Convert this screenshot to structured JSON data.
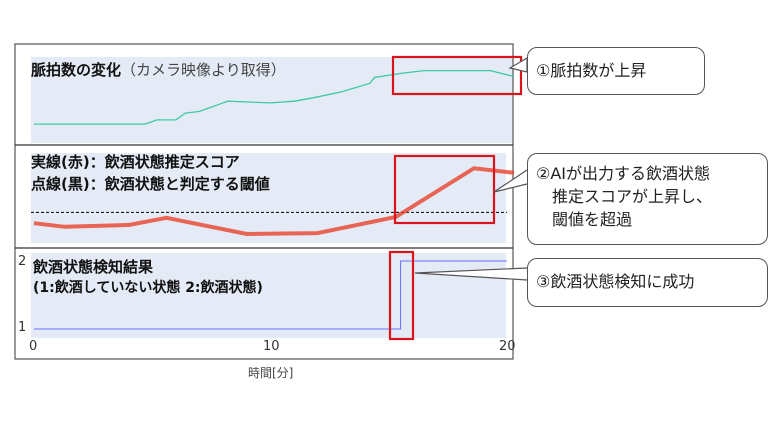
{
  "panels": {
    "pulse": {
      "title": "脈拍数の変化",
      "subtitle": "（カメラ映像より取得）"
    },
    "score": {
      "line1": "実線(赤)：飲酒状態推定スコア",
      "line2": "点線(黒)：飲酒状態と判定する閾値"
    },
    "detect": {
      "line1": "飲酒状態検知結果",
      "line2": "(1:飲酒していない状態  2:飲酒状態)"
    }
  },
  "chart_data": {
    "type": "line",
    "xlabel": "時間[分]",
    "xlim": [
      0,
      20
    ],
    "xticks": [
      "0",
      "10",
      "20"
    ],
    "series": [
      {
        "name": "pulse",
        "color": "#3cc9a6",
        "x": [
          0,
          4.7,
          5.2,
          6.0,
          6.4,
          7.0,
          8.2,
          10,
          11,
          11.8,
          13.0,
          14.2,
          14.4,
          15.6,
          16.5,
          19.3,
          20.3
        ],
        "y": [
          21,
          21,
          26,
          26,
          34,
          36,
          48,
          46,
          48,
          52,
          59,
          69,
          76,
          81,
          84,
          84,
          77
        ]
      },
      {
        "name": "score",
        "color": "#e8432e",
        "x": [
          0,
          1.3,
          4,
          5.6,
          9,
          12,
          15.3,
          18.6,
          20.3
        ],
        "y": [
          0.22,
          0.18,
          0.2,
          0.28,
          0.1,
          0.11,
          0.29,
          0.83,
          0.78
        ]
      },
      {
        "name": "threshold",
        "color": "#000000",
        "value": 0.34
      },
      {
        "name": "detection",
        "color": "#6b72ff",
        "x": [
          0,
          15.5,
          15.5,
          20
        ],
        "y": [
          1,
          1,
          2,
          2
        ],
        "yticks": [
          "1",
          "2"
        ]
      }
    ]
  },
  "callouts": [
    {
      "text": "①脈拍数が上昇"
    },
    {
      "lines": [
        "②AIが出力する飲酒状態",
        "　推定スコアが上昇し、",
        "　閾値を超過"
      ]
    },
    {
      "text": "③飲酒状態検知に成功"
    }
  ],
  "colors": {
    "highlight": "#d9141c",
    "plot_bg": "#e5ebf6"
  }
}
